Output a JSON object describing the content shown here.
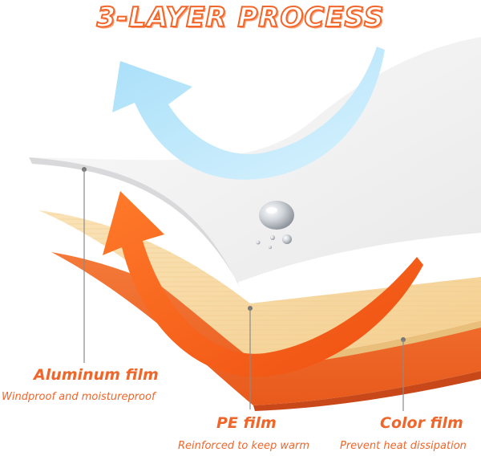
{
  "title": "3-LAYER PROCESS",
  "layers": [
    {
      "name": "Aluminum film",
      "description": "Windproof and moistureproof"
    },
    {
      "name": "PE film",
      "description": "Reinforced to keep warm"
    },
    {
      "name": "Color film",
      "description": "Prevent heat dissipation"
    }
  ],
  "colors": {
    "accent": "#f0652a",
    "aluminum": "#f3f3f4",
    "pe": "#f7d9a4",
    "color_film": "#f26a2c",
    "cold_arrow": "#aee3fb",
    "warm_arrow": "#f25a1a"
  },
  "icons": [
    "cold-air-arrow",
    "warm-air-arrow",
    "water-droplet"
  ]
}
